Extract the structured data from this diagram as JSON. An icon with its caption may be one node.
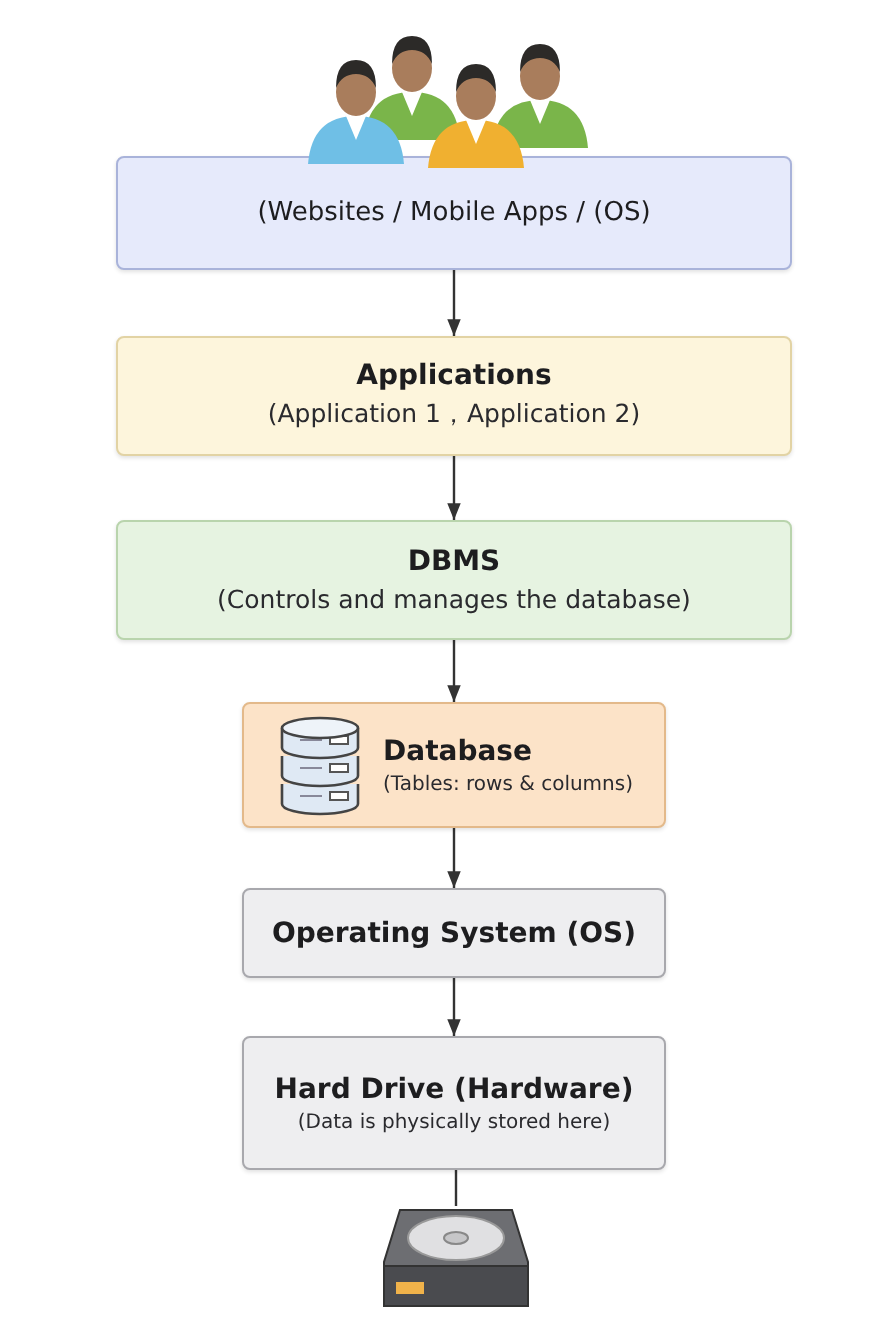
{
  "diagram": {
    "nodes": [
      {
        "text": [
          "(Websites / Mobile Apps / (OS)"
        ]
      },
      {
        "text": [
          "Applications",
          "(Application 1，Application 2)"
        ]
      },
      {
        "text": [
          "DBMS",
          "(Controls and manages the database)"
        ]
      },
      {
        "text": [
          "Database",
          "(Tables: rows & columns)"
        ]
      },
      {
        "text": [
          "Operating System (OS)"
        ]
      },
      {
        "text": [
          "Hard Drive (Hardware)",
          "(Data is physically stored here)"
        ]
      },
      {
        "text": [],
        "shape": "picture"
      }
    ],
    "edges": [
      {
        "from": 0,
        "to": 1,
        "arrow": "to"
      },
      {
        "from": 1,
        "to": 2,
        "arrow": "to"
      },
      {
        "from": 2,
        "to": 3,
        "arrow": "to"
      },
      {
        "from": 3,
        "to": 4,
        "arrow": "to"
      },
      {
        "from": 4,
        "to": 5,
        "arrow": "to"
      },
      {
        "from": 5,
        "to": 6,
        "arrow": "none"
      }
    ]
  }
}
